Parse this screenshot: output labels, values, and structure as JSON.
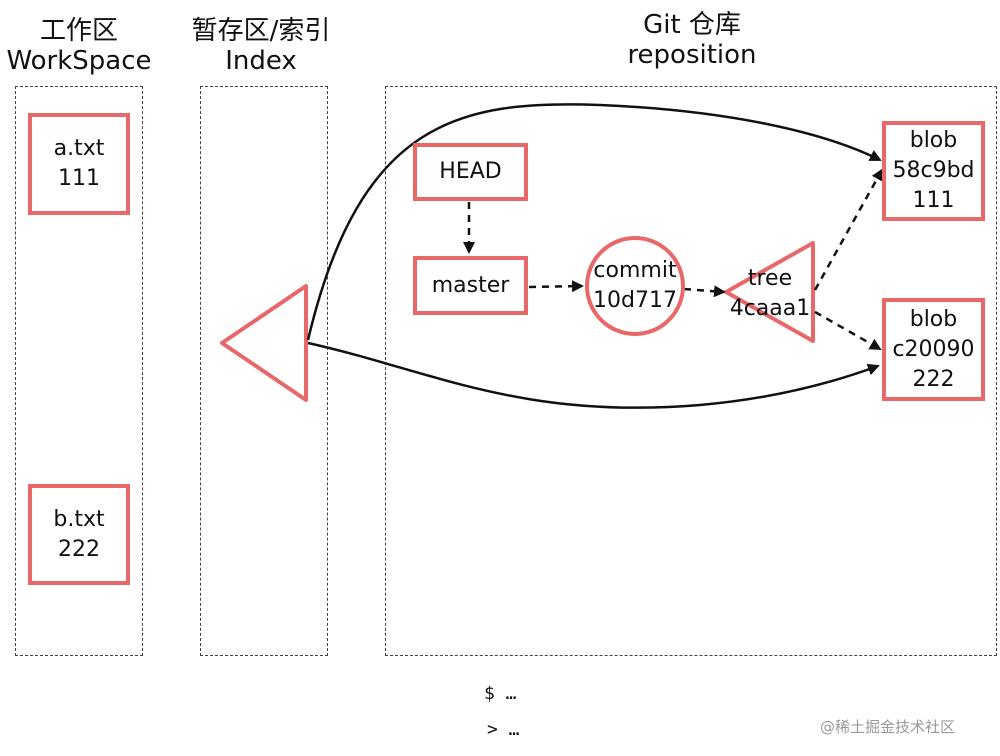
{
  "columns": {
    "workspace": {
      "title": "工作区",
      "subtitle": "WorkSpace"
    },
    "index": {
      "title": "暂存区/索引",
      "subtitle": "Index"
    },
    "repository": {
      "title": "Git 仓库",
      "subtitle": "reposition"
    }
  },
  "files": {
    "a": {
      "name": "a.txt",
      "content": "111"
    },
    "b": {
      "name": "b.txt",
      "content": "222"
    }
  },
  "repo": {
    "head": "HEAD",
    "master": "master",
    "commit": {
      "label": "commit",
      "hash": "10d717"
    },
    "tree": {
      "label": "tree",
      "hash": "4caaa1"
    },
    "blob1": {
      "label": "blob",
      "hash": "58c9bd",
      "content": "111"
    },
    "blob2": {
      "label": "blob",
      "hash": "c20090",
      "content": "222"
    }
  },
  "terminal": {
    "line1": "$ …",
    "line2": "> …"
  },
  "watermark": "@稀土掘金技术社区",
  "colors": {
    "accent": "#e8686a",
    "stroke": "#111111",
    "dashed_border": "#444444"
  }
}
